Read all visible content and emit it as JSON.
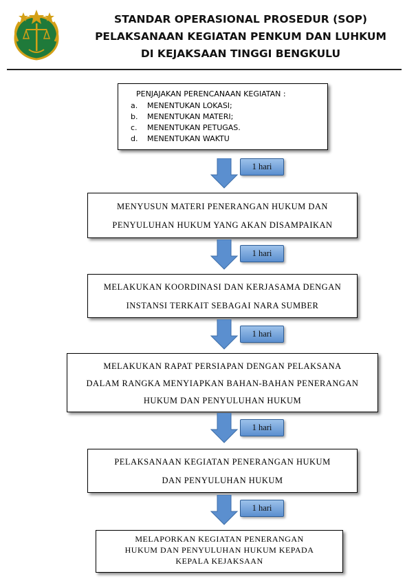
{
  "header": {
    "title_lines": [
      "STANDAR OPERASIONAL PROSEDUR (SOP)",
      "PELAKSANAAN KEGIATAN PENKUM DAN LUHKUM",
      "DI KEJAKSAAN TINGGI BENGKULU"
    ]
  },
  "steps": {
    "step1": {
      "heading": "PENJAJAKAN PERENCANAAN KEGIATAN :",
      "items": [
        {
          "letter": "a.",
          "text": "MENENTUKAN LOKASI;"
        },
        {
          "letter": "b.",
          "text": "MENENTUKAN MATERI;"
        },
        {
          "letter": "c.",
          "text": "MENENTUKAN PETUGAS."
        },
        {
          "letter": "d.",
          "text": "MENENTUKAN WAKTU"
        }
      ]
    },
    "step2": {
      "lines": [
        "MENYUSUN MATERI PENERANGAN HUKUM DAN",
        "PENYULUHAN HUKUM YANG AKAN DISAMPAIKAN"
      ]
    },
    "step3": {
      "lines": [
        "MELAKUKAN KOORDINASI DAN KERJASAMA DENGAN",
        "INSTANSI TERKAIT SEBAGAI NARA SUMBER"
      ]
    },
    "step4": {
      "lines": [
        "MELAKUKAN RAPAT PERSIAPAN DENGAN PELAKSANA",
        "DALAM RANGKA MENYIAPKAN BAHAN-BAHAN PENERANGAN",
        "HUKUM DAN PENYULUHAN HUKUM"
      ]
    },
    "step5": {
      "lines": [
        "PELAKSANAAN KEGIATAN PENERANGAN HUKUM",
        "DAN PENYULUHAN HUKUM"
      ]
    },
    "step6": {
      "lines": [
        "MELAPORKAN KEGIATAN PENERANGAN",
        "HUKUM DAN PENYULUHAN HUKUM KEPADA",
        "KEPALA KEJAKSAAN"
      ]
    }
  },
  "durations": [
    "1 hari",
    "1 hari",
    "1 hari",
    "1 hari",
    "1 hari"
  ],
  "colors": {
    "arrow": "#5b8fcf",
    "pill_fill": "#7fa9dc",
    "emblem_green": "#1f7a3a",
    "emblem_gold": "#d4a017"
  },
  "icons": {
    "emblem": "kejaksaan-emblem-icon",
    "flow_arrow": "arrow-down-icon"
  }
}
